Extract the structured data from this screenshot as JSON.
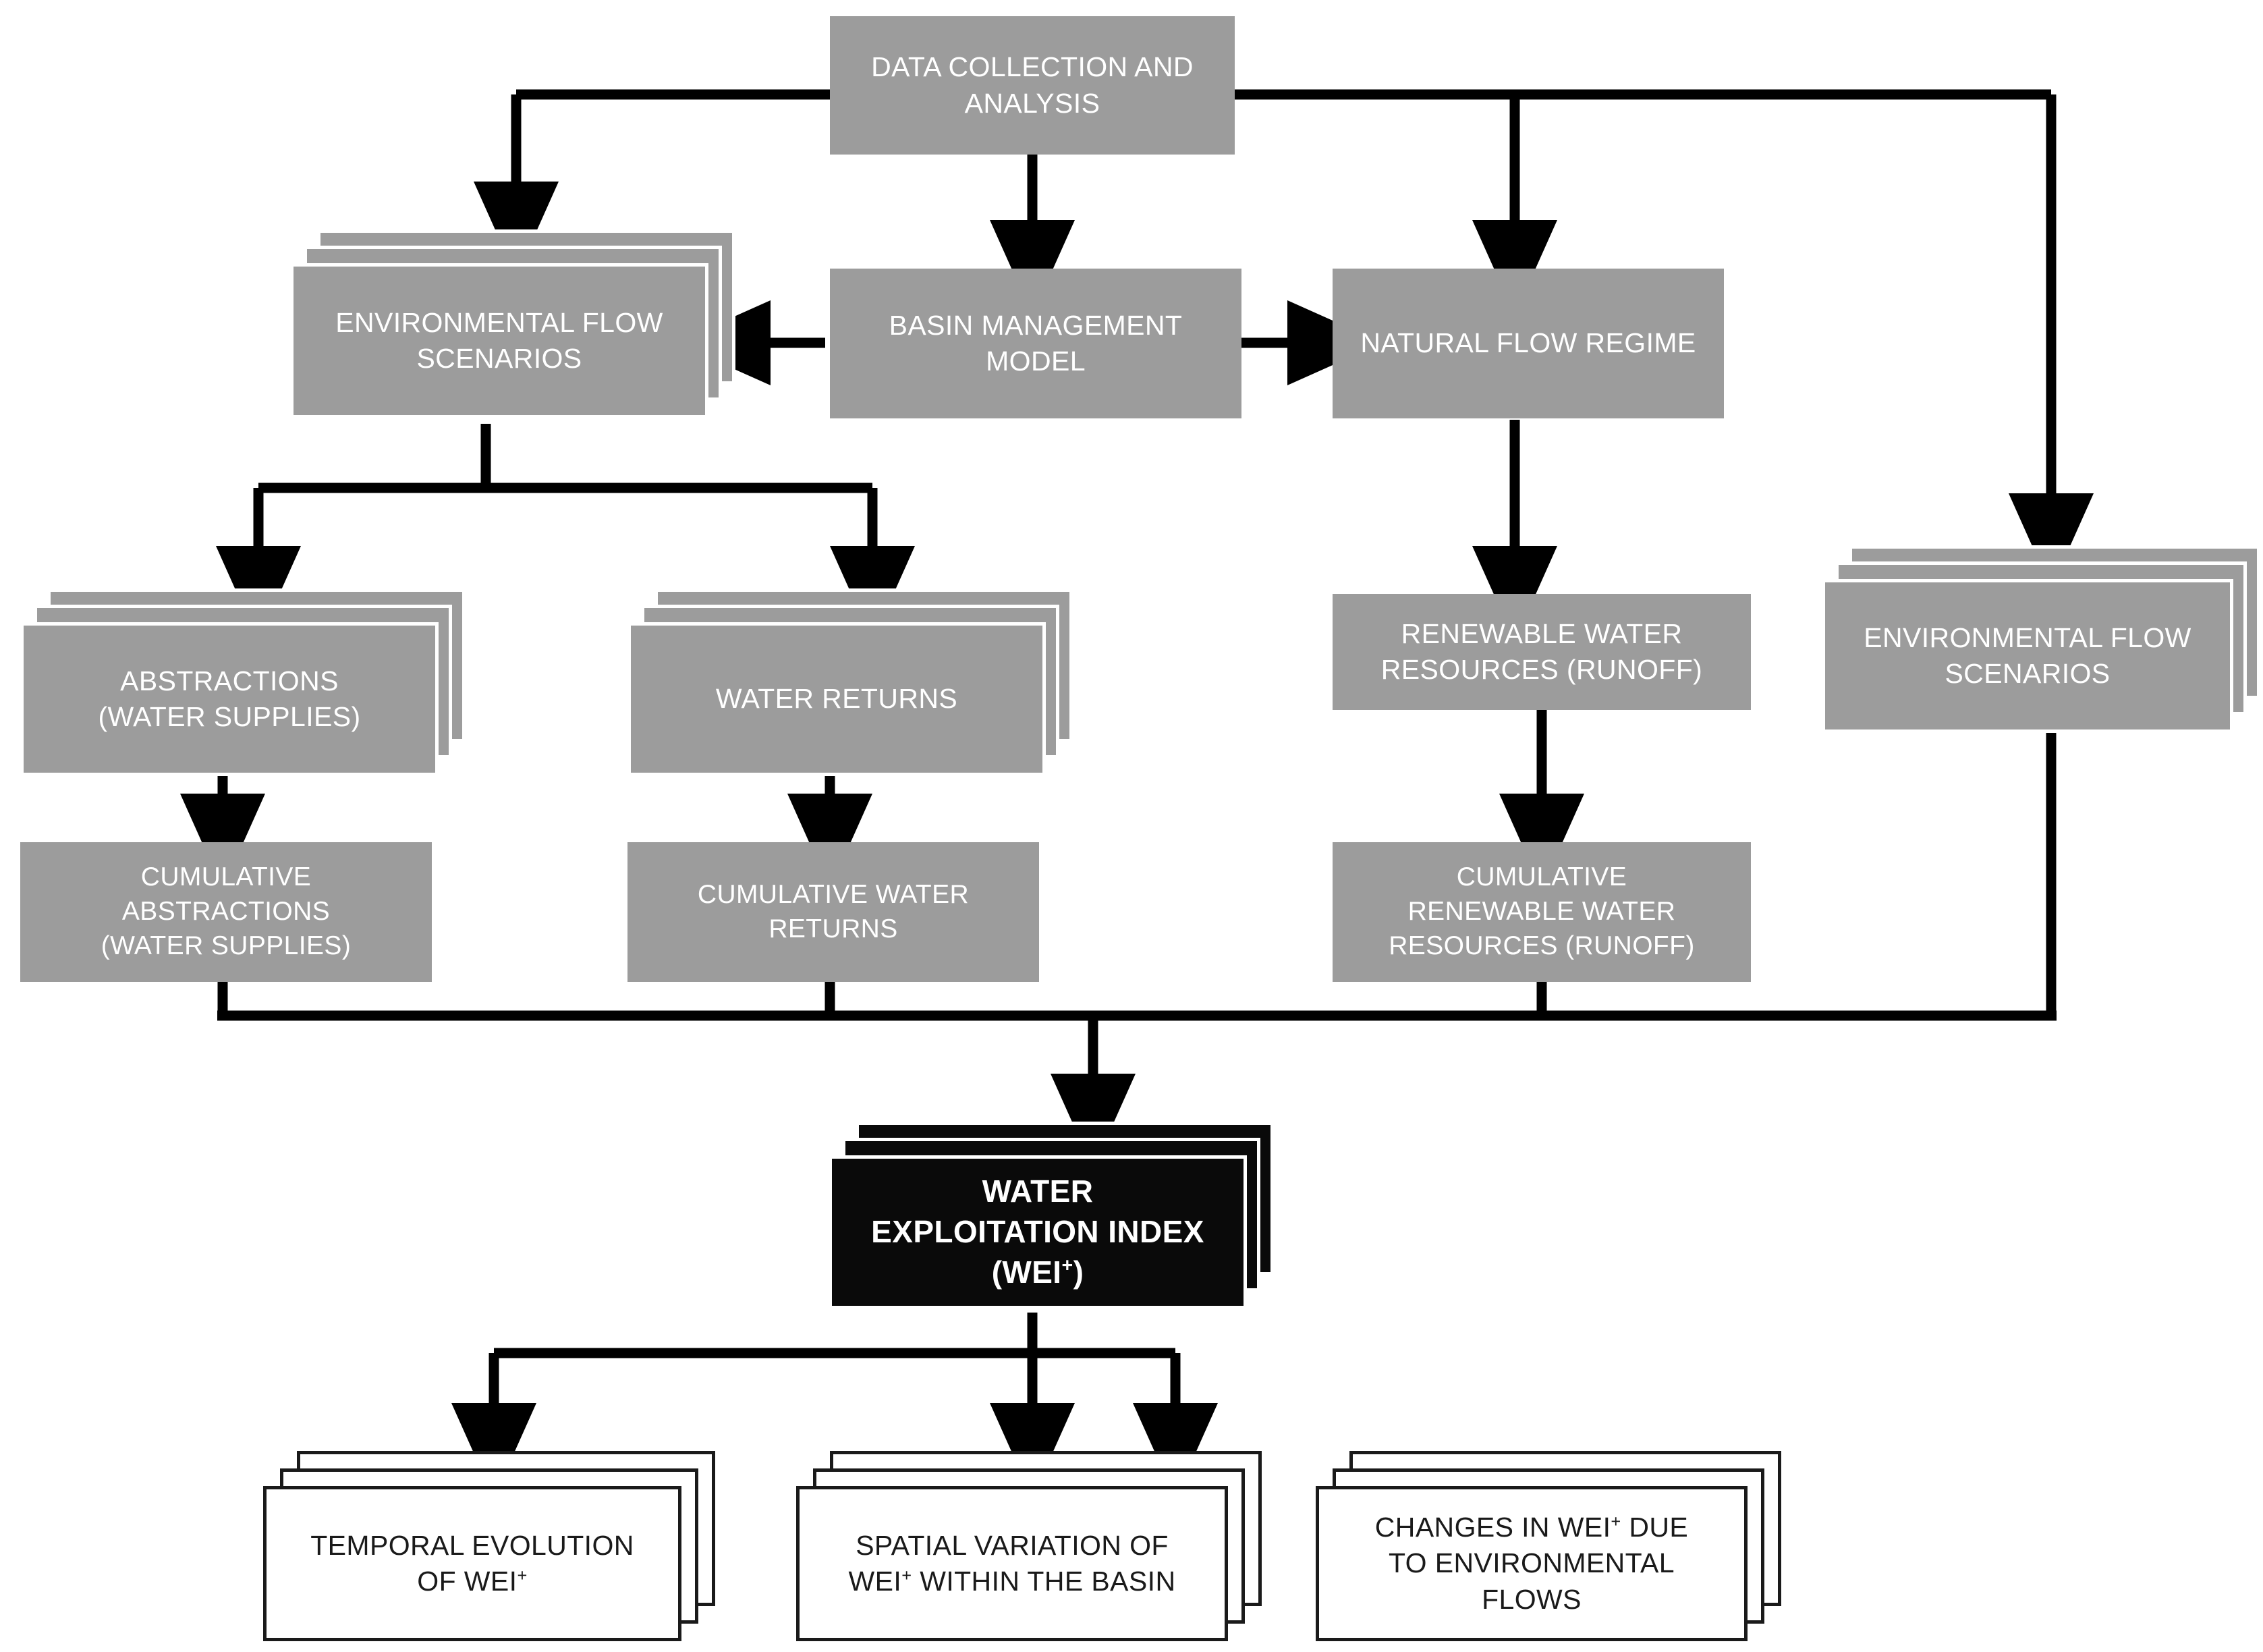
{
  "diagram": {
    "title": "Water Exploitation Index (WEI+) methodology flowchart",
    "colors": {
      "box_gray": "#9c9c9c",
      "box_black": "#0a0a0a",
      "box_white": "#ffffff",
      "text_on_gray": "#ffffff",
      "text_on_black": "#ffffff",
      "text_on_white": "#1a1a1a",
      "connector": "#000000",
      "background": "#ffffff"
    },
    "nodes": {
      "data_collection": "DATA COLLECTION AND\nANALYSIS",
      "env_flow_scenarios_left": "ENVIRONMENTAL FLOW\nSCENARIOS",
      "basin_management_model": "BASIN MANAGEMENT\nMODEL",
      "natural_flow_regime": "NATURAL FLOW REGIME",
      "abstractions": "ABSTRACTIONS\n(WATER SUPPLIES)",
      "water_returns": "WATER RETURNS",
      "renewable_water_resources": "RENEWABLE WATER\nRESOURCES (RUNOFF)",
      "env_flow_scenarios_right": "ENVIRONMENTAL FLOW\nSCENARIOS",
      "cumulative_abstractions": "CUMULATIVE\nABSTRACTIONS\n(WATER SUPPLIES)",
      "cumulative_water_returns": "CUMULATIVE WATER\nRETURNS",
      "cumulative_renewable": "CUMULATIVE\nRENEWABLE WATER\nRESOURCES (RUNOFF)",
      "wei_line1": "WATER",
      "wei_line2": "EXPLOITATION INDEX",
      "wei_line3_pre": "(WEI",
      "wei_line3_sup": "+",
      "wei_line3_post": ")",
      "temporal_evolution_pre": "TEMPORAL EVOLUTION\nOF WEI",
      "temporal_evolution_sup": "+",
      "spatial_variation_pre": "SPATIAL VARIATION OF\nWEI",
      "spatial_variation_sup": "+",
      "spatial_variation_post": " WITHIN THE BASIN",
      "changes_pre": "CHANGES IN WEI",
      "changes_sup": "+",
      "changes_post": " DUE\nTO ENVIRONMENTAL\nFLOWS"
    }
  }
}
